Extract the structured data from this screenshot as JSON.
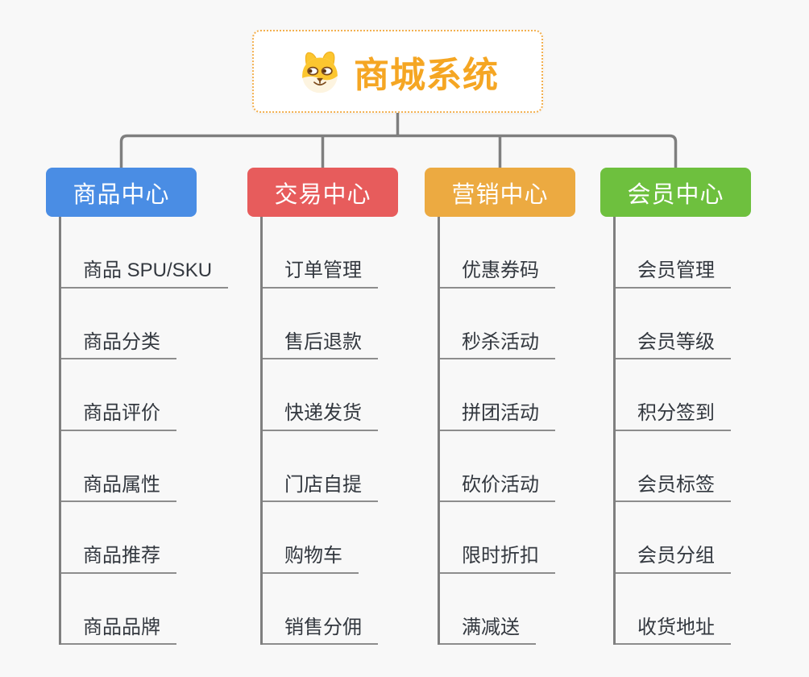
{
  "root": {
    "title": "商城系统",
    "icon": "dog-face-icon"
  },
  "branches": [
    {
      "label": "商品中心",
      "color": "#4a8de4",
      "children": [
        "商品 SPU/SKU",
        "商品分类",
        "商品评价",
        "商品属性",
        "商品推荐",
        "商品品牌"
      ]
    },
    {
      "label": "交易中心",
      "color": "#e75c5c",
      "children": [
        "订单管理",
        "售后退款",
        "快递发货",
        "门店自提",
        "购物车",
        "销售分佣"
      ]
    },
    {
      "label": "营销中心",
      "color": "#ecaa41",
      "children": [
        "优惠券码",
        "秒杀活动",
        "拼团活动",
        "砍价活动",
        "限时折扣",
        "满减送"
      ]
    },
    {
      "label": "会员中心",
      "color": "#6ec03e",
      "children": [
        "会员管理",
        "会员等级",
        "积分签到",
        "会员标签",
        "会员分组",
        "收货地址"
      ]
    }
  ],
  "colors": {
    "background": "#f8f8f8",
    "root_accent": "#f5a623",
    "root_border": "#f3b050",
    "connector": "#7f7f7f",
    "leaf_underline": "#8d8d8d",
    "leaf_text": "#33383f"
  }
}
